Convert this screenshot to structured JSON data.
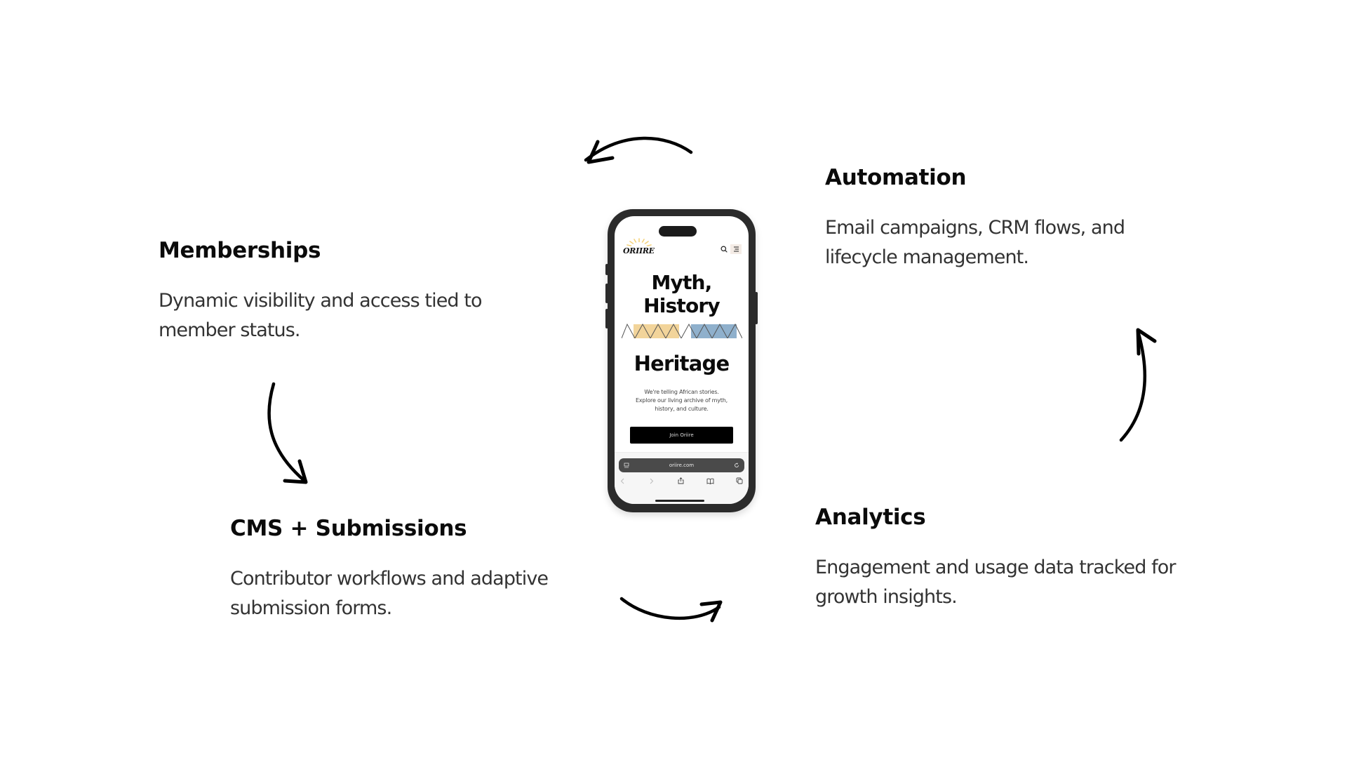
{
  "features": {
    "memberships": {
      "title": "Memberships",
      "description_lines": [
        "Dynamic visibility and access tied to",
        "member status."
      ]
    },
    "automation": {
      "title": "Automation",
      "description_lines": [
        "Email campaigns, CRM flows, and",
        "lifecycle management."
      ]
    },
    "cms": {
      "title": "CMS + Submissions",
      "description_lines": [
        "Contributor workflows and adaptive",
        "submission forms."
      ]
    },
    "analytics": {
      "title": "Analytics",
      "description_lines": [
        "Engagement and usage data tracked for",
        "growth insights."
      ]
    }
  },
  "arrows": [
    {
      "name": "arrow-automation-to-memberships",
      "direction": "counterclockwise",
      "icon": "curved-arrow-left-icon"
    },
    {
      "name": "arrow-memberships-to-cms",
      "direction": "down",
      "icon": "curved-arrow-down-icon"
    },
    {
      "name": "arrow-cms-to-analytics",
      "direction": "right",
      "icon": "curved-arrow-right-icon"
    },
    {
      "name": "arrow-analytics-to-automation",
      "direction": "up",
      "icon": "curved-arrow-up-icon"
    }
  ],
  "phone": {
    "logo_text": "ORIIRE",
    "hero_title_lines": [
      "Myth,",
      "History"
    ],
    "hero_subtitle": "Heritage",
    "hero_description_lines": [
      "We're telling African stories.",
      "Explore our living archive of myth,",
      "history, and culture."
    ],
    "cta_label": "Join Oriire",
    "url": "oriire.com",
    "icons": {
      "search": "search-icon",
      "menu": "hamburger-menu-icon",
      "reader": "reader-mode-icon",
      "reload": "reload-icon",
      "back": "chevron-left-icon",
      "forward": "chevron-right-icon",
      "share": "share-icon",
      "bookmarks": "book-icon",
      "tabs": "tabs-icon"
    },
    "colors": {
      "pattern_yellow": "#f2d49a",
      "pattern_blue": "#8fb0cc",
      "sun": "#f4d27a",
      "frame": "#2b2b2b"
    }
  }
}
